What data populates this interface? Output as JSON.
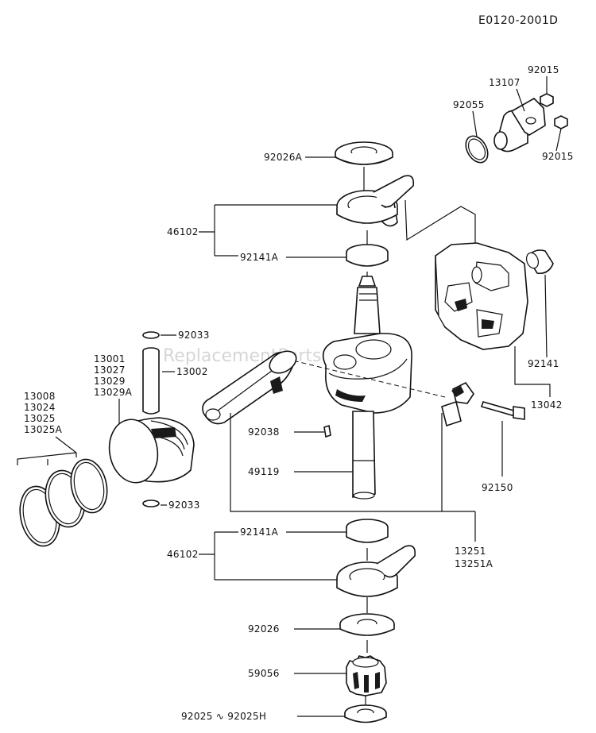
{
  "diagram_code": "E0120-2001D",
  "watermark": "ReplacementParts.com",
  "labels": {
    "p92015_top": "92015",
    "p13107": "13107",
    "p92055": "92055",
    "p92015_bot": "92015",
    "p92026A": "92026A",
    "p46102_top": "46102",
    "p92141A_top": "92141A",
    "p92033_top": "92033",
    "p13001": "13001",
    "p13027": "13027",
    "p13029": "13029",
    "p13029A": "13029A",
    "p13002": "13002",
    "p13008": "13008",
    "p13024": "13024",
    "p13025": "13025",
    "p13025A": "13025A",
    "p92141": "92141",
    "p13042": "13042",
    "p92038": "92038",
    "p49119": "49119",
    "p92150": "92150",
    "p92033_bot": "92033",
    "p92141A_bot": "92141A",
    "p46102_bot": "46102",
    "p13251": "13251",
    "p13251A": "13251A",
    "p92026": "92026",
    "p59056": "59056",
    "p92025": "92025 ∿ 92025H"
  }
}
